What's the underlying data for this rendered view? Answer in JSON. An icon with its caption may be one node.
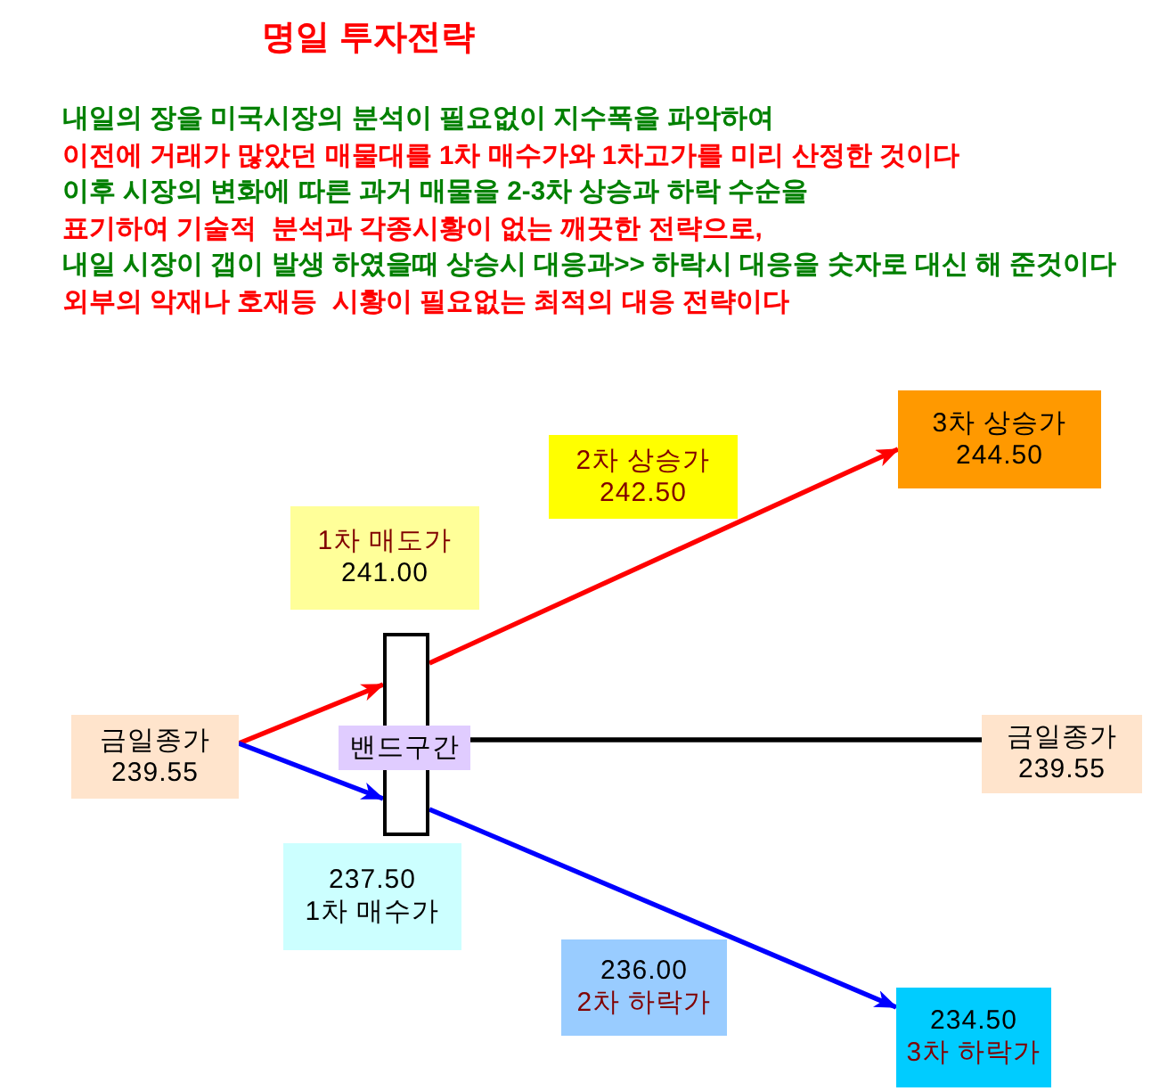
{
  "diagram": {
    "title": "명일 투자전략",
    "nodes": [
      {
        "text": [
          "금일종가",
          "239.55"
        ]
      },
      {
        "text": [],
        "shape": "bar"
      },
      {
        "text": [
          "밴드구간"
        ]
      },
      {
        "text": [
          "1차 매도가",
          "241.00"
        ]
      },
      {
        "text": [
          "2차 상승가",
          "242.50"
        ]
      },
      {
        "text": [
          "3차 상승가",
          "244.50"
        ]
      },
      {
        "text": [
          "237.50",
          "1차 매수가"
        ]
      },
      {
        "text": [
          "236.00",
          "2차 하락가"
        ]
      },
      {
        "text": [
          "234.50",
          "3차 하락가"
        ]
      },
      {
        "text": [
          "금일종가",
          "239.55"
        ]
      }
    ],
    "edges": [
      {
        "from": 0,
        "to": 1,
        "arrow": "to",
        "color": "#ff0000"
      },
      {
        "from": 0,
        "to": 1,
        "arrow": "to",
        "color": "#0000ff"
      },
      {
        "from": 1,
        "to": 5,
        "arrow": "to",
        "color": "#ff0000"
      },
      {
        "from": 1,
        "to": 8,
        "arrow": "to",
        "color": "#0000ff"
      },
      {
        "from": 2,
        "to": 9,
        "arrow": "none",
        "color": "#000000"
      }
    ],
    "labels": [
      "내일의 장을 미국시장의 분석이 필요없이 지수폭을 파악하여",
      "이전에 거래가 많았던 매물대를 1차 매수가와 1차고가를 미리 산정한 것이다",
      "이후 시장의 변화에 따른 과거 매물을 2-3차 상승과 하락 수순을",
      "표기하여 기술적  분석과 각종시황이 없는 깨끗한 전략으로,",
      "내일 시장이 갭이 발생 하였을때 상승시 대응과>> 하락시 대응을 숫자로 대신 해 준것이다",
      "외부의 악재나 호재등  시황이 필요없는 최적의 대응 전략이다"
    ]
  }
}
